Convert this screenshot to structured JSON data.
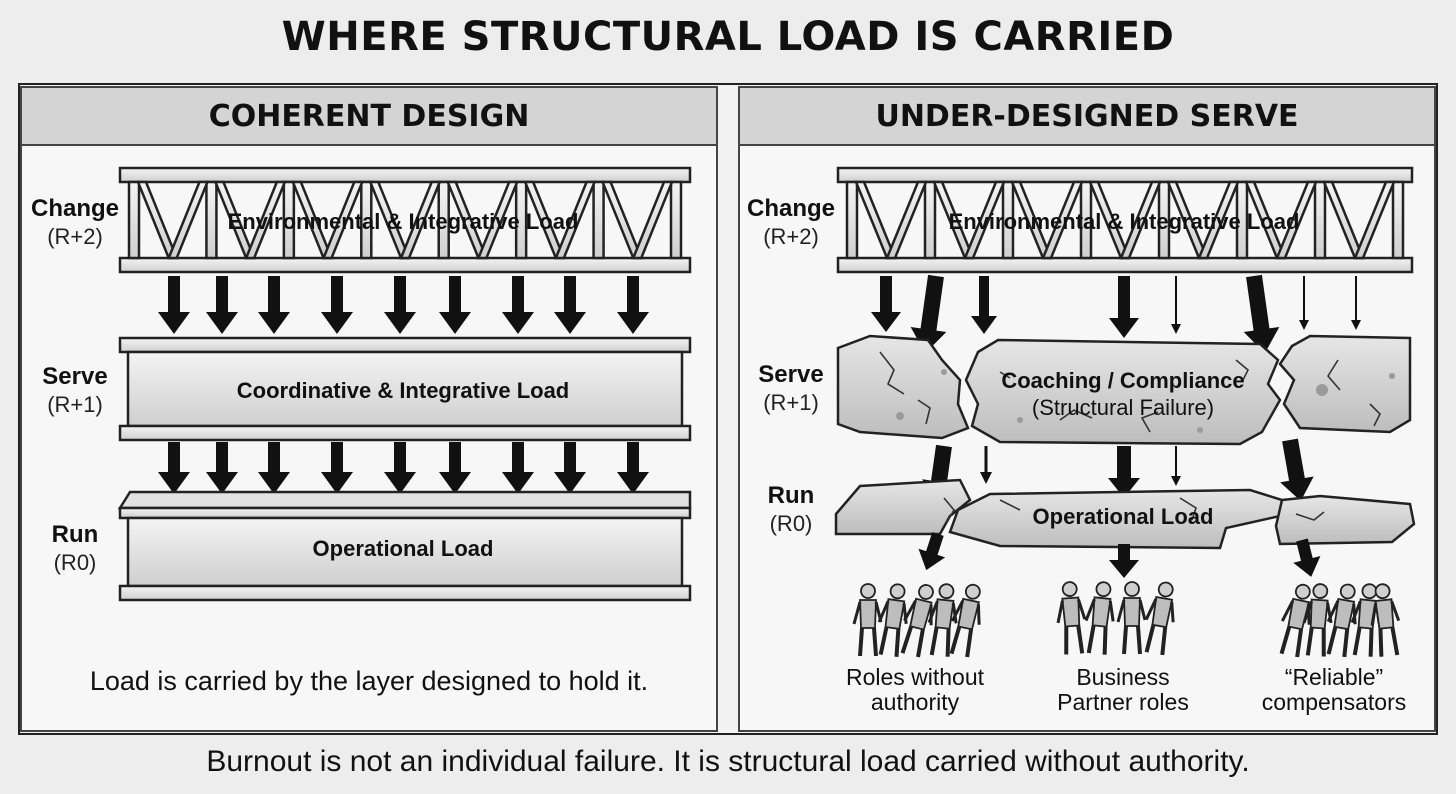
{
  "title": "WHERE STRUCTURAL LOAD IS CARRIED",
  "left": {
    "heading": "COHERENT DESIGN",
    "layers": [
      {
        "name": "Change",
        "code": "(R+2)",
        "load": "Environmental & Integrative Load"
      },
      {
        "name": "Serve",
        "code": "(R+1)",
        "load": "Coordinative & Integrative Load"
      },
      {
        "name": "Run",
        "code": "(R0)",
        "load": "Operational Load"
      }
    ],
    "caption": "Load is carried by the layer designed to hold it."
  },
  "right": {
    "heading": "UNDER-DESIGNED SERVE",
    "layers": [
      {
        "name": "Change",
        "code": "(R+2)",
        "load": "Environmental & Integrative Load"
      },
      {
        "name": "Serve",
        "code": "(R+1)",
        "load": "Coaching / Compliance",
        "note": "(Structural Failure)"
      },
      {
        "name": "Run",
        "code": "(R0)",
        "load": "Operational Load"
      }
    ],
    "groups": [
      {
        "line1": "Roles without",
        "line2": "authority"
      },
      {
        "line1": "Business",
        "line2": "Partner roles"
      },
      {
        "line1": "“Reliable”",
        "line2": "compensators"
      }
    ]
  },
  "footer": "Burnout is not an individual failure. It is structural load carried without authority."
}
